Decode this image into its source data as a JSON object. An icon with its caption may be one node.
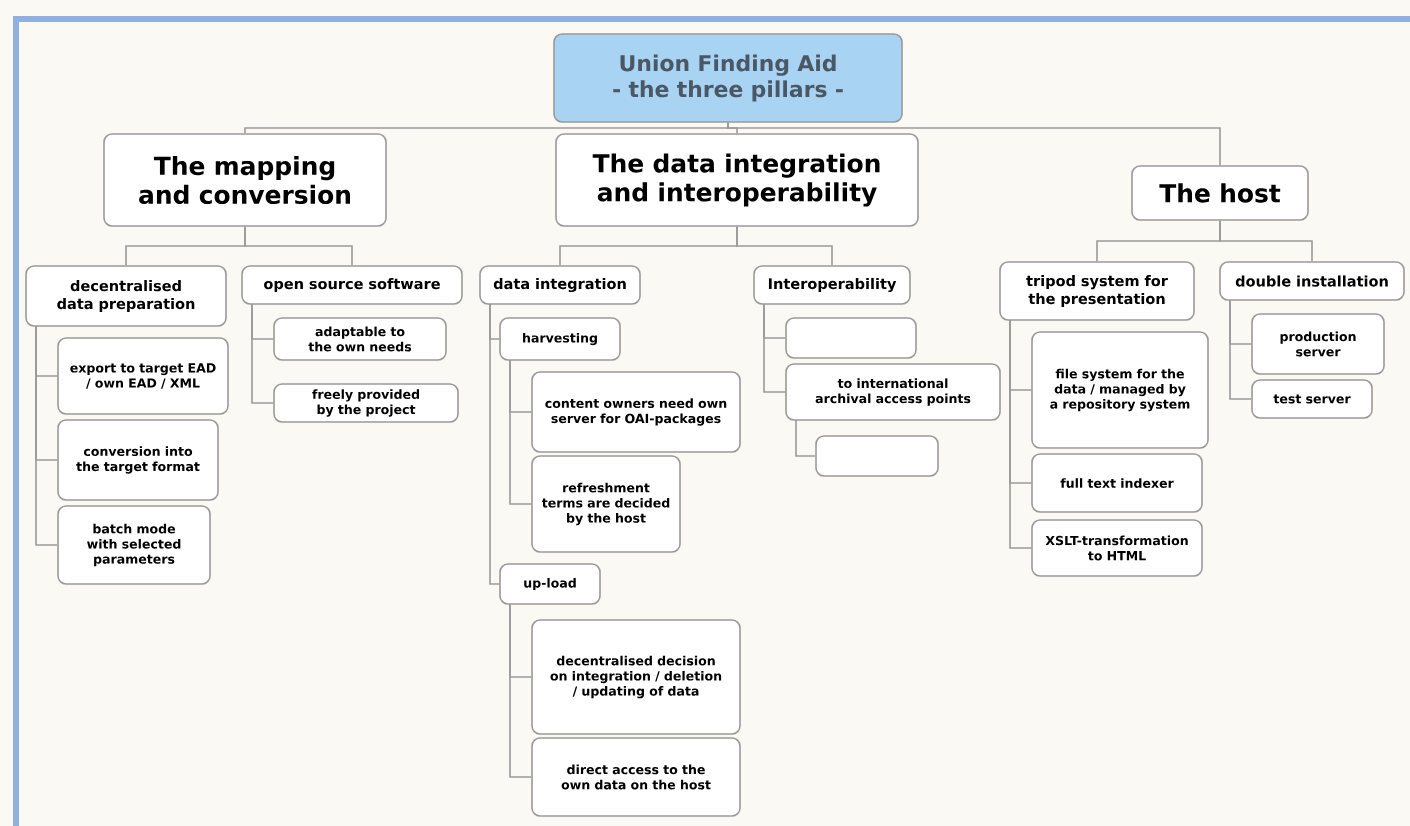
{
  "diagram": {
    "nodes": [
      {
        "text": [
          "Union Finding Aid - the three pillars -"
        ]
      },
      {
        "text": [
          "The mapping and conversion"
        ]
      },
      {
        "text": [
          "The data integration and interoperability"
        ]
      },
      {
        "text": [
          "The host"
        ]
      },
      {
        "text": [
          "decentralised data preparation"
        ]
      },
      {
        "text": [
          "export to target EAD / own EAD / XML"
        ]
      },
      {
        "text": [
          "conversion into the target format"
        ]
      },
      {
        "text": [
          "batch mode with selected parameters"
        ]
      },
      {
        "text": [
          "open source software"
        ]
      },
      {
        "text": [
          "adaptable to the own needs"
        ]
      },
      {
        "text": [
          "freely provided by the project"
        ]
      },
      {
        "text": [
          "data integration"
        ]
      },
      {
        "text": [
          "harvesting"
        ]
      },
      {
        "text": [
          "content owners need own server for OAI-packages"
        ]
      },
      {
        "text": [
          "refreshment terms are decided by the host"
        ]
      },
      {
        "text": [
          "up-load"
        ]
      },
      {
        "text": [
          "decentralised decision on integration / deletion / updating of data"
        ]
      },
      {
        "text": [
          "direct access to the own data on the host"
        ]
      },
      {
        "text": [
          "Interoperability"
        ]
      },
      {
        "text": [],
        "shape": "box"
      },
      {
        "text": [
          "to international archival access points"
        ]
      },
      {
        "text": [],
        "shape": "box"
      },
      {
        "text": [
          "tripod system for the presentation"
        ]
      },
      {
        "text": [
          "file system for the data / managed by a repository system"
        ]
      },
      {
        "text": [
          "full text indexer"
        ]
      },
      {
        "text": [
          "XSLT-transformation to HTML"
        ]
      },
      {
        "text": [
          "double installation"
        ]
      },
      {
        "text": [
          "production server"
        ]
      },
      {
        "text": [
          "test server"
        ]
      }
    ],
    "edges": [
      {
        "from": 0,
        "to": 1,
        "arrow": "none"
      },
      {
        "from": 0,
        "to": 2,
        "arrow": "none"
      },
      {
        "from": 0,
        "to": 3,
        "arrow": "none"
      },
      {
        "from": 1,
        "to": 4,
        "arrow": "none"
      },
      {
        "from": 1,
        "to": 8,
        "arrow": "none"
      },
      {
        "from": 4,
        "to": 5,
        "arrow": "none"
      },
      {
        "from": 4,
        "to": 6,
        "arrow": "none"
      },
      {
        "from": 4,
        "to": 7,
        "arrow": "none"
      },
      {
        "from": 8,
        "to": 9,
        "arrow": "none"
      },
      {
        "from": 8,
        "to": 10,
        "arrow": "none"
      },
      {
        "from": 2,
        "to": 11,
        "arrow": "none"
      },
      {
        "from": 2,
        "to": 18,
        "arrow": "none"
      },
      {
        "from": 11,
        "to": 12,
        "arrow": "none"
      },
      {
        "from": 12,
        "to": 13,
        "arrow": "none"
      },
      {
        "from": 12,
        "to": 14,
        "arrow": "none"
      },
      {
        "from": 11,
        "to": 15,
        "arrow": "none"
      },
      {
        "from": 15,
        "to": 16,
        "arrow": "none"
      },
      {
        "from": 15,
        "to": 17,
        "arrow": "none"
      },
      {
        "from": 18,
        "to": 19,
        "arrow": "none"
      },
      {
        "from": 18,
        "to": 20,
        "arrow": "none"
      },
      {
        "from": 20,
        "to": 21,
        "arrow": "none"
      },
      {
        "from": 3,
        "to": 22,
        "arrow": "none"
      },
      {
        "from": 3,
        "to": 26,
        "arrow": "none"
      },
      {
        "from": 22,
        "to": 23,
        "arrow": "none"
      },
      {
        "from": 22,
        "to": 24,
        "arrow": "none"
      },
      {
        "from": 22,
        "to": 25,
        "arrow": "none"
      },
      {
        "from": 26,
        "to": 27,
        "arrow": "none"
      },
      {
        "from": 26,
        "to": 28,
        "arrow": "none"
      }
    ]
  }
}
